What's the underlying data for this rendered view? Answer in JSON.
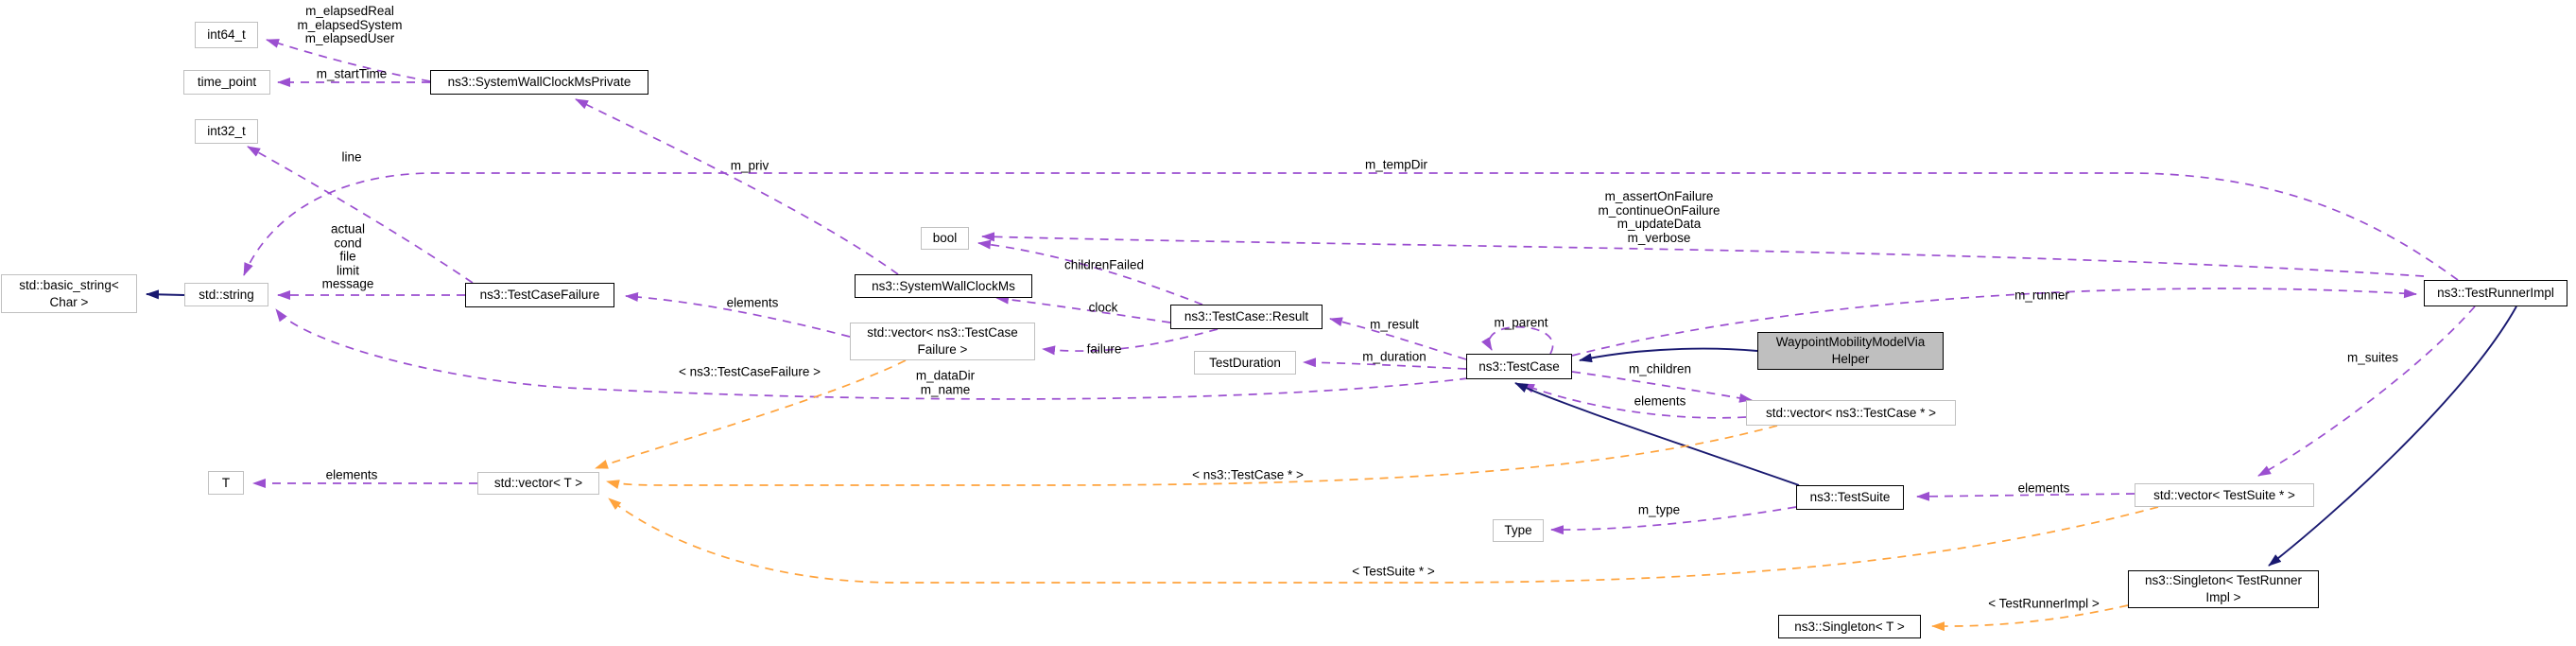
{
  "diagram": {
    "kind": "doxygen-collaboration-graph",
    "focus_class": "WaypointMobilityModelViaHelper",
    "colors": {
      "usage_edge": "#9b4fd0",
      "template_edge": "#ffa33c",
      "inheritance_edge": "#191970",
      "class_border": "#000000",
      "external_border": "#c0c0c0",
      "highlight_fill": "#bfbfbf",
      "background": "#ffffff",
      "text": "#000000"
    },
    "nodes": [
      {
        "label": "int64_t"
      },
      {
        "label": "time_point"
      },
      {
        "label": "ns3::SystemWallClockMsPrivate"
      },
      {
        "label": "int32_t"
      },
      {
        "label": "std::basic_string<\nChar >"
      },
      {
        "label": "std::string"
      },
      {
        "label": "ns3::TestCaseFailure"
      },
      {
        "label": "bool"
      },
      {
        "label": "ns3::SystemWallClockMs"
      },
      {
        "label": "std::vector< ns3::TestCase\nFailure >"
      },
      {
        "label": "ns3::TestCase::Result"
      },
      {
        "label": "TestDuration"
      },
      {
        "label": "ns3::TestCase"
      },
      {
        "label": "WaypointMobilityModelVia\nHelper"
      },
      {
        "label": "std::vector< ns3::TestCase * >"
      },
      {
        "label": "ns3::TestRunnerImpl"
      },
      {
        "label": "ns3::TestSuite"
      },
      {
        "label": "Type"
      },
      {
        "label": "std::vector< TestSuite * >"
      },
      {
        "label": "T"
      },
      {
        "label": "std::vector< T >"
      },
      {
        "label": "ns3::Singleton< TestRunner\nImpl >"
      },
      {
        "label": "ns3::Singleton< T >"
      }
    ],
    "edges": [
      {
        "from": "ns3::SystemWallClockMsPrivate",
        "to": "int64_t",
        "kind": "usage",
        "label": "m_elapsedReal\nm_elapsedSystem\nm_elapsedUser"
      },
      {
        "from": "ns3::SystemWallClockMsPrivate",
        "to": "time_point",
        "kind": "usage",
        "label": "m_startTime"
      },
      {
        "from": "ns3::SystemWallClockMs",
        "to": "ns3::SystemWallClockMsPrivate",
        "kind": "usage",
        "label": "m_priv"
      },
      {
        "from": "ns3::TestCaseFailure",
        "to": "int32_t",
        "kind": "usage",
        "label": "line"
      },
      {
        "from": "ns3::TestCaseFailure",
        "to": "std::string",
        "kind": "usage",
        "label": "actual\ncond\nfile\nlimit\nmessage"
      },
      {
        "from": "std::string",
        "to": "std::basic_string< Char >",
        "kind": "inheritance",
        "label": ""
      },
      {
        "from": "std::vector< ns3::TestCaseFailure >",
        "to": "ns3::TestCaseFailure",
        "kind": "usage",
        "label": "elements"
      },
      {
        "from": "ns3::TestCase::Result",
        "to": "bool",
        "kind": "usage",
        "label": "childrenFailed"
      },
      {
        "from": "ns3::TestCase::Result",
        "to": "ns3::SystemWallClockMs",
        "kind": "usage",
        "label": "clock"
      },
      {
        "from": "ns3::TestCase::Result",
        "to": "std::vector< ns3::TestCaseFailure >",
        "kind": "usage",
        "label": "failure"
      },
      {
        "from": "ns3::TestCase",
        "to": "ns3::TestCase::Result",
        "kind": "usage",
        "label": "m_result"
      },
      {
        "from": "ns3::TestCase",
        "to": "TestDuration",
        "kind": "usage",
        "label": "m_duration"
      },
      {
        "from": "ns3::TestCase",
        "to": "ns3::TestCase",
        "kind": "usage",
        "label": "m_parent"
      },
      {
        "from": "ns3::TestCase",
        "to": "std::vector< ns3::TestCase * >",
        "kind": "usage",
        "label": "m_children"
      },
      {
        "from": "std::vector< ns3::TestCase * >",
        "to": "ns3::TestCase",
        "kind": "usage",
        "label": "elements"
      },
      {
        "from": "WaypointMobilityModelViaHelper",
        "to": "ns3::TestCase",
        "kind": "inheritance",
        "label": ""
      },
      {
        "from": "ns3::TestSuite",
        "to": "ns3::TestCase",
        "kind": "inheritance",
        "label": ""
      },
      {
        "from": "ns3::TestCase",
        "to": "ns3::TestRunnerImpl",
        "kind": "usage",
        "label": "m_runner"
      },
      {
        "from": "ns3::TestRunnerImpl",
        "to": "std::string",
        "kind": "usage",
        "label": "m_tempDir"
      },
      {
        "from": "ns3::TestRunnerImpl",
        "to": "bool",
        "kind": "usage",
        "label": "m_assertOnFailure\nm_continueOnFailure\nm_updateData\nm_verbose"
      },
      {
        "from": "ns3::TestRunnerImpl",
        "to": "std::vector< TestSuite * >",
        "kind": "usage",
        "label": "m_suites"
      },
      {
        "from": "std::vector< TestSuite * >",
        "to": "ns3::TestSuite",
        "kind": "usage",
        "label": "elements"
      },
      {
        "from": "ns3::TestSuite",
        "to": "Type",
        "kind": "usage",
        "label": "m_type"
      },
      {
        "from": "ns3::TestRunnerImpl",
        "to": "ns3::Singleton< TestRunnerImpl >",
        "kind": "inheritance",
        "label": ""
      },
      {
        "from": "ns3::TestCase",
        "to": "std::string",
        "kind": "usage",
        "label": "m_dataDir\nm_name"
      },
      {
        "from": "std::vector< T >",
        "to": "T",
        "kind": "usage",
        "label": "elements"
      },
      {
        "from": "std::vector< ns3::TestCaseFailure >",
        "to": "std::vector< T >",
        "kind": "template",
        "label": "< ns3::TestCaseFailure >"
      },
      {
        "from": "std::vector< ns3::TestCase * >",
        "to": "std::vector< T >",
        "kind": "template",
        "label": "< ns3::TestCase * >"
      },
      {
        "from": "std::vector< TestSuite * >",
        "to": "std::vector< T >",
        "kind": "template",
        "label": "< TestSuite * >"
      },
      {
        "from": "ns3::Singleton< TestRunnerImpl >",
        "to": "ns3::Singleton< T >",
        "kind": "template",
        "label": "< TestRunnerImpl >"
      }
    ]
  }
}
